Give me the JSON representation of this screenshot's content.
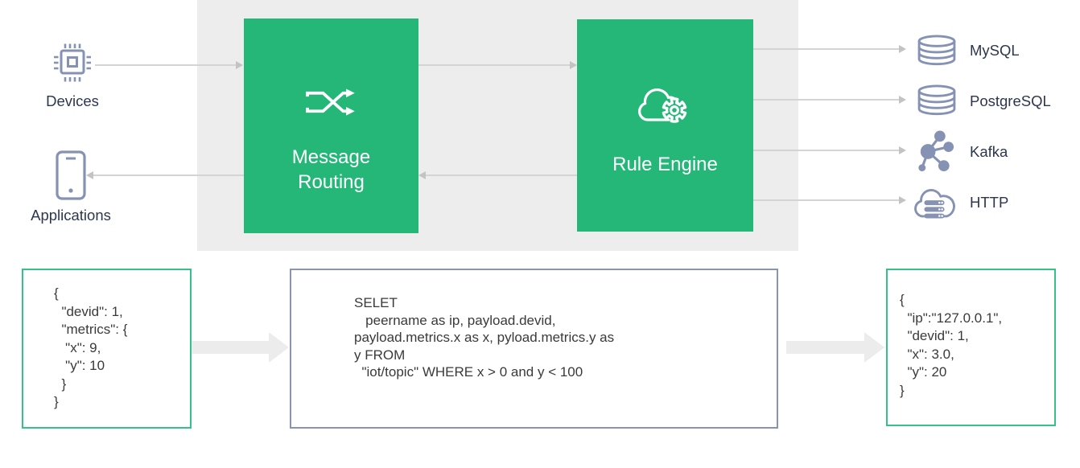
{
  "palette": {
    "node_green": "#24B778",
    "green_border": "#35C28A",
    "panel_gray": "#EDEDED",
    "icon_slate": "#8592B3",
    "label_navy": "#2C374E",
    "line_gray": "#D4D4D4",
    "arrowhead_gray": "#C3C3C3",
    "thick_arrow_gray": "#ECECEC",
    "sql_border": "#8A94AE",
    "code_text": "#3A3A3A"
  },
  "nodes": {
    "devices": {
      "label": "Devices",
      "icon": "chip-icon"
    },
    "applications": {
      "label": "Applications",
      "icon": "phone-icon"
    },
    "message_routing": {
      "label": "Message Routing",
      "icon": "shuffle-icon"
    },
    "rule_engine": {
      "label": "Rule Engine",
      "icon": "cloud-gear-icon"
    },
    "sinks": [
      {
        "label": "MySQL",
        "icon": "database-icon"
      },
      {
        "label": "PostgreSQL",
        "icon": "database-icon"
      },
      {
        "label": "Kafka",
        "icon": "graph-nodes-icon"
      },
      {
        "label": "HTTP",
        "icon": "cloud-server-icon"
      }
    ]
  },
  "code_blocks": {
    "input_json": "{\n  \"devid\": 1,\n  \"metrics\": {\n   \"x\": 9,\n   \"y\": 10\n  }\n}",
    "sql": "SELET\n   peername as ip, payload.devid,\npayload.metrics.x as x, pyload.metrics.y as\ny FROM\n  \"iot/topic\" WHERE x > 0 and y < 100",
    "output_json": "{\n  \"ip\":\"127.0.0.1\",\n  \"devid\": 1,\n  \"x\": 3.0,\n  \"y\": 20\n}"
  }
}
